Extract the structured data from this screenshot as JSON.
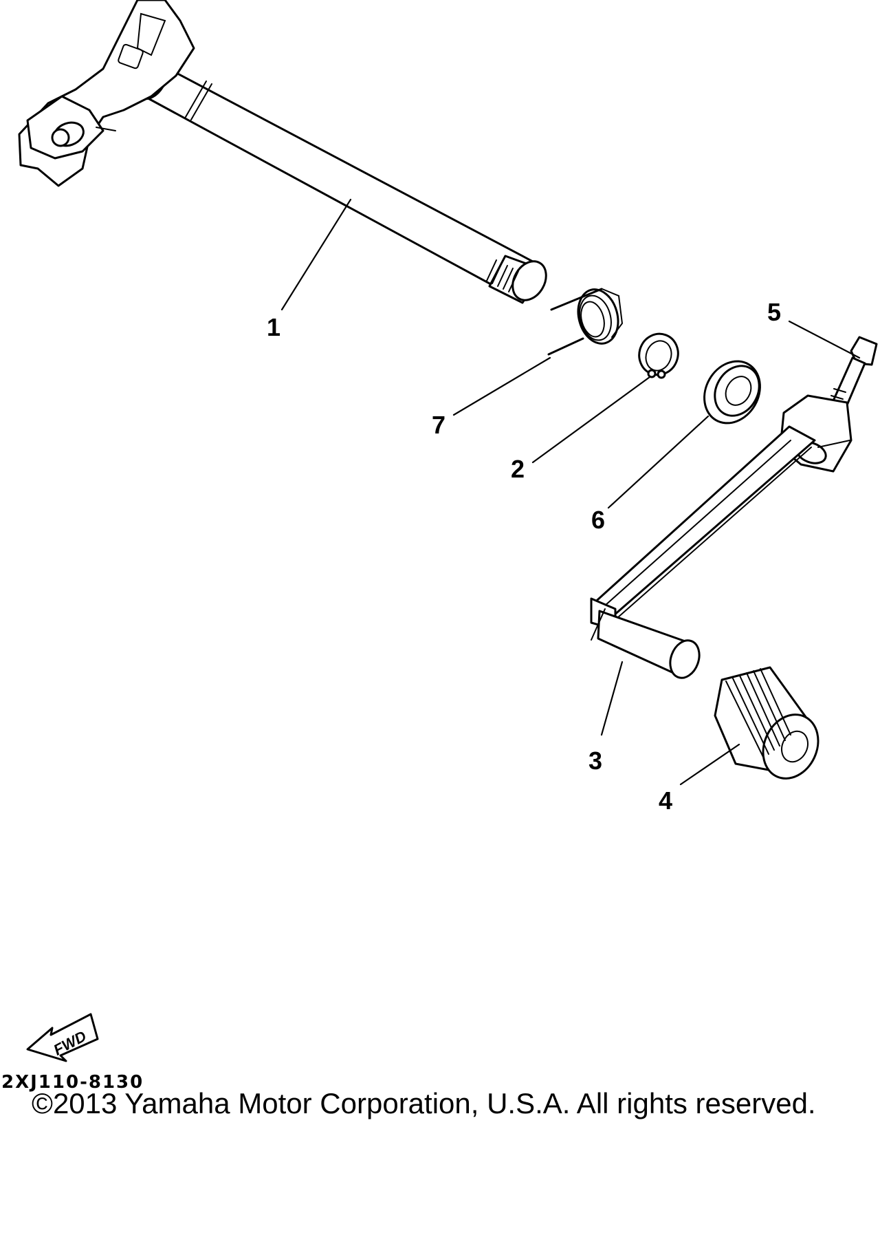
{
  "callouts": [
    {
      "id": "1",
      "text": "1"
    },
    {
      "id": "2",
      "text": "2"
    },
    {
      "id": "3",
      "text": "3"
    },
    {
      "id": "4",
      "text": "4"
    },
    {
      "id": "5",
      "text": "5"
    },
    {
      "id": "6",
      "text": "6"
    },
    {
      "id": "7",
      "text": "7"
    }
  ],
  "fwd_label": "FWD",
  "diagram_code": "2XJ110-8130",
  "copyright": "©2013 Yamaha Motor Corporation, U.S.A. All rights reserved.",
  "colors": {
    "ink": "#000000",
    "paper": "#ffffff"
  }
}
